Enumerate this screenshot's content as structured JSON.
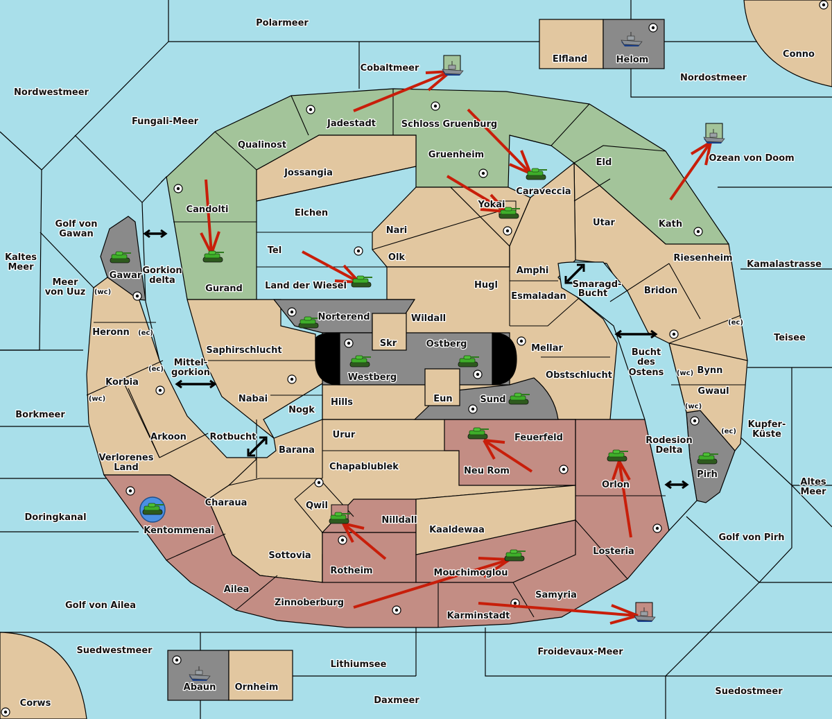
{
  "game": "Diplomacy-style map (Ringwelt variant)",
  "colors": {
    "sea": "#a9dfea",
    "neutral": "#e2c7a0",
    "green_power": "#a3c49a",
    "red_power": "#c38d84",
    "grey_power": "#8a8a8a",
    "order_arrow": "#c81e0a",
    "highlight_circle": "#4a90e2"
  },
  "labels": {
    "polarmeer": "Polarmeer",
    "nordwestmeer": "Nordwestmeer",
    "fungali": "Fungali-Meer",
    "cobaltmeer": "Cobaltmeer",
    "elfland": "Elfland",
    "helom": "Helom",
    "conno": "Conno",
    "nordostmeer": "Nordostmeer",
    "ozean": "Ozean von Doom",
    "jadestadt": "Jadestadt",
    "schloss": "Schloss Gruenburg",
    "qualinost": "Qualinost",
    "gruenheim": "Gruenheim",
    "jossangia": "Jossangia",
    "eld": "Eld",
    "caraveccia": "Caraveccia",
    "candolti": "Candolti",
    "elchen": "Elchen",
    "yokai": "Yokai",
    "nari": "Nari",
    "utar": "Utar",
    "kath": "Kath",
    "golfgawan1": "Golf von",
    "golfgawan2": "Gawan",
    "kaltes1": "Kaltes",
    "kaltes2": "Meer",
    "meeruuz1": "Meer",
    "meeruuz2": "von Uuz",
    "gawar": "Gawar",
    "gorkion1": "Gorkion",
    "gorkion2": "delta",
    "tel": "Tel",
    "olk": "Olk",
    "amphi": "Amphi",
    "riesenheim": "Riesenheim",
    "kamalastrasse": "Kamalastrasse",
    "gurand": "Gurand",
    "wiesel": "Land der Wiesel",
    "hugl": "Hugl",
    "smaragd1": "Smaragd-",
    "smaragd2": "Bucht",
    "bridon": "Bridon",
    "esmaladan": "Esmaladan",
    "norterend": "Norterend",
    "wildall": "Wildall",
    "heronn": "Heronn",
    "teisee": "Teisee",
    "saphir": "Saphirschlucht",
    "skr": "Skr",
    "ostberg": "Ostberg",
    "mellar": "Mellar",
    "westberg": "Westberg",
    "bucht1": "Bucht",
    "bucht2": "des",
    "bucht3": "Ostens",
    "mittel1": "Mittel-",
    "mittel2": "gorkion",
    "bynn": "Bynn",
    "korbia": "Korbia",
    "obst": "Obstschlucht",
    "nabai": "Nabai",
    "hills": "Hills",
    "eun": "Eun",
    "sund": "Sund",
    "gwaul": "Gwaul",
    "nogk": "Nogk",
    "borkmeer": "Borkmeer",
    "kupfer1": "Kupfer-",
    "kupfer2": "Küste",
    "arkoon": "Arkoon",
    "rotbucht": "Rotbucht",
    "urur": "Urur",
    "feuerfeld": "Feuerfeld",
    "rodesion1": "Rodesion",
    "rodesion2": "Delta",
    "barana": "Barana",
    "verlorenes1": "Verlorenes",
    "verlorenes2": "Land",
    "chapa": "Chapablublek",
    "neurom": "Neu Rom",
    "pirh": "Pirh",
    "orlon": "Orlon",
    "altes1": "Altes",
    "altes2": "Meer",
    "charaua": "Charaua",
    "qwil": "Qwil",
    "doringkanal": "Doringkanal",
    "nilldall": "Nilldall",
    "kentommenai": "Kentommenai",
    "kaaldewaa": "Kaaldewaa",
    "golfpirh": "Golf von Pirh",
    "losteria": "Losteria",
    "sottovia": "Sottovia",
    "rotheim": "Rotheim",
    "mouchi": "Mouchimoglou",
    "ailea": "Ailea",
    "samyria": "Samyria",
    "golfailea": "Golf von Ailea",
    "zinnoberburg": "Zinnoberburg",
    "karminstadt": "Karminstadt",
    "suedwestmeer": "Suedwestmeer",
    "froidevaux": "Froidevaux-Meer",
    "lithiumsee": "Lithiumsee",
    "abaun": "Abaun",
    "ornheim": "Ornheim",
    "suedostmeer": "Suedostmeer",
    "daxmeer": "Daxmeer",
    "corws": "Corws"
  },
  "coast_tags": {
    "wc": "(wc)",
    "ec": "(ec)"
  },
  "units": [
    {
      "type": "fleet",
      "power": "green",
      "location": "Cobaltmeer"
    },
    {
      "type": "fleet",
      "power": "grey",
      "location": "Helom"
    },
    {
      "type": "fleet",
      "power": "green",
      "location": "Ozean von Doom"
    },
    {
      "type": "army",
      "power": "green",
      "location": "Caraveccia"
    },
    {
      "type": "army",
      "power": "green",
      "location": "Yokai"
    },
    {
      "type": "army",
      "power": "green",
      "location": "Gurand"
    },
    {
      "type": "army",
      "power": "green",
      "location": "Land der Wiesel"
    },
    {
      "type": "army",
      "power": "grey",
      "location": "Gawar"
    },
    {
      "type": "army",
      "power": "grey",
      "location": "Norterend"
    },
    {
      "type": "army",
      "power": "grey",
      "location": "Westberg"
    },
    {
      "type": "army",
      "power": "grey",
      "location": "Ostberg"
    },
    {
      "type": "army",
      "power": "grey",
      "location": "Sund"
    },
    {
      "type": "army",
      "power": "red",
      "location": "Feuerfeld"
    },
    {
      "type": "army",
      "power": "red",
      "location": "Orlon"
    },
    {
      "type": "army",
      "power": "grey",
      "location": "Pirh"
    },
    {
      "type": "army",
      "power": "red",
      "location": "Qwil"
    },
    {
      "type": "army",
      "power": "red",
      "location": "Kentommenai",
      "highlighted": true
    },
    {
      "type": "army",
      "power": "red",
      "location": "Mouchimoglou"
    },
    {
      "type": "fleet",
      "power": "red",
      "location": "Froidevaux-Meer"
    },
    {
      "type": "fleet",
      "power": "grey",
      "location": "Abaun"
    }
  ],
  "orders": [
    {
      "from": "Jadestadt",
      "to": "Cobaltmeer"
    },
    {
      "from": "Schloss Gruenburg",
      "to": "Caraveccia"
    },
    {
      "from": "Gruenheim",
      "to": "Yokai"
    },
    {
      "from": "Kath",
      "to": "Ozean von Doom"
    },
    {
      "from": "Candolti",
      "to": "Gurand"
    },
    {
      "from": "Tel",
      "to": "Land der Wiesel"
    },
    {
      "from": "Neu Rom",
      "to": "Feuerfeld"
    },
    {
      "from": "Losteria",
      "to": "Orlon"
    },
    {
      "from": "Rotheim",
      "to": "Qwil"
    },
    {
      "from": "Zinnoberburg",
      "to": "Mouchimoglou"
    },
    {
      "from": "Karminstadt",
      "to": "Froidevaux-Meer"
    }
  ]
}
